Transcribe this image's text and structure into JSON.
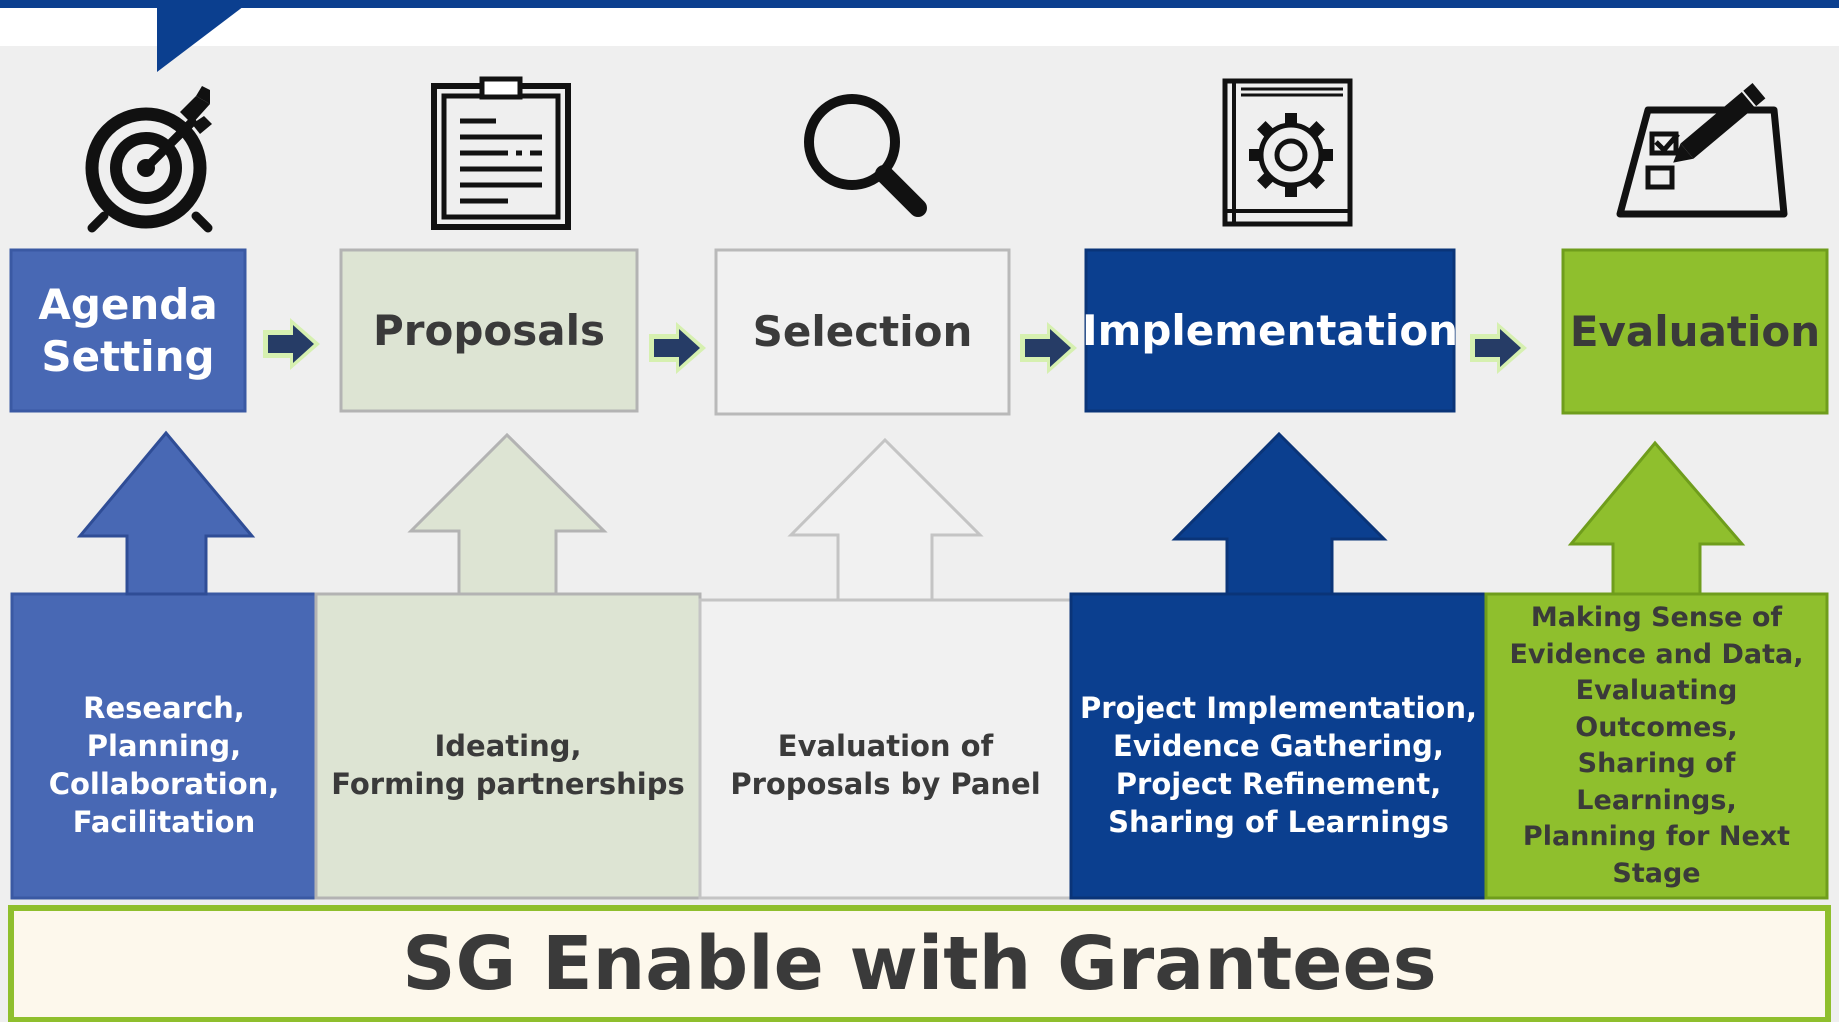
{
  "stages": [
    {
      "id": "agenda",
      "icon": "target-icon",
      "title": "Agenda\nSetting",
      "description": "Research,\nPlanning,\nCollaboration,\nFacilitation"
    },
    {
      "id": "proposals",
      "icon": "clipboard-icon",
      "title": "Proposals",
      "description": "Ideating,\nForming partnerships"
    },
    {
      "id": "selection",
      "icon": "magnifier-icon",
      "title": "Selection",
      "description": "Evaluation of\nProposals by Panel"
    },
    {
      "id": "implementation",
      "icon": "gear-book-icon",
      "title": "Implementation",
      "description": "Project Implementation,\nEvidence Gathering,\nProject Refinement,\nSharing of Learnings"
    },
    {
      "id": "evaluation",
      "icon": "checklist-pen-icon",
      "title": "Evaluation",
      "description": "Making Sense of\nEvidence and Data,\nEvaluating\nOutcomes,\nSharing of\nLearnings,\nPlanning for Next\nStage"
    }
  ],
  "footer": {
    "label": "SG Enable with Grantees"
  },
  "colors": {
    "navy": "#0b3f8f",
    "blue": "#4868b4",
    "sage": "#dde4d3",
    "light_gray": "#f1f1f1",
    "lime": "#8fbf2d",
    "background": "#efefef",
    "footer_fill": "#fdf8ec",
    "footer_border": "#8fbf2d",
    "text_dark": "#3a3a3a"
  }
}
